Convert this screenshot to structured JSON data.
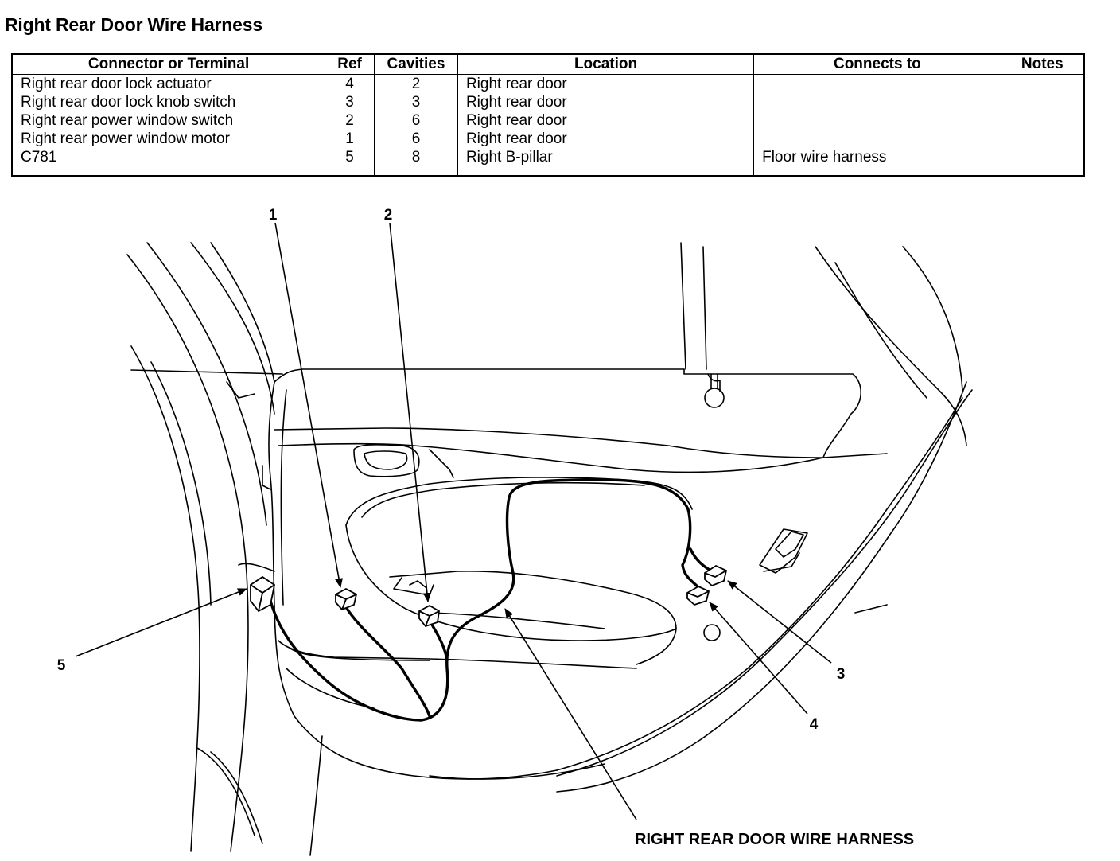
{
  "title": "Right Rear Door Wire Harness",
  "table": {
    "headers": {
      "connector": "Connector or Terminal",
      "ref": "Ref",
      "cavities": "Cavities",
      "location": "Location",
      "connects_to": "Connects to",
      "notes": "Notes"
    },
    "rows": [
      {
        "connector": "Right rear door lock actuator",
        "ref": "4",
        "cavities": "2",
        "location": "Right rear door",
        "connects_to": "",
        "notes": ""
      },
      {
        "connector": "Right rear door lock knob switch",
        "ref": "3",
        "cavities": "3",
        "location": "Right rear door",
        "connects_to": "",
        "notes": ""
      },
      {
        "connector": "Right rear power window switch",
        "ref": "2",
        "cavities": "6",
        "location": "Right rear door",
        "connects_to": "",
        "notes": ""
      },
      {
        "connector": "Right rear power window motor",
        "ref": "1",
        "cavities": "6",
        "location": "Right rear door",
        "connects_to": "",
        "notes": ""
      },
      {
        "connector": "C781",
        "ref": "5",
        "cavities": "8",
        "location": "Right B-pillar",
        "connects_to": "Floor wire harness",
        "notes": ""
      }
    ]
  },
  "diagram": {
    "callouts": [
      "1",
      "2",
      "3",
      "4",
      "5"
    ],
    "harness_label": "RIGHT REAR DOOR WIRE HARNESS"
  }
}
